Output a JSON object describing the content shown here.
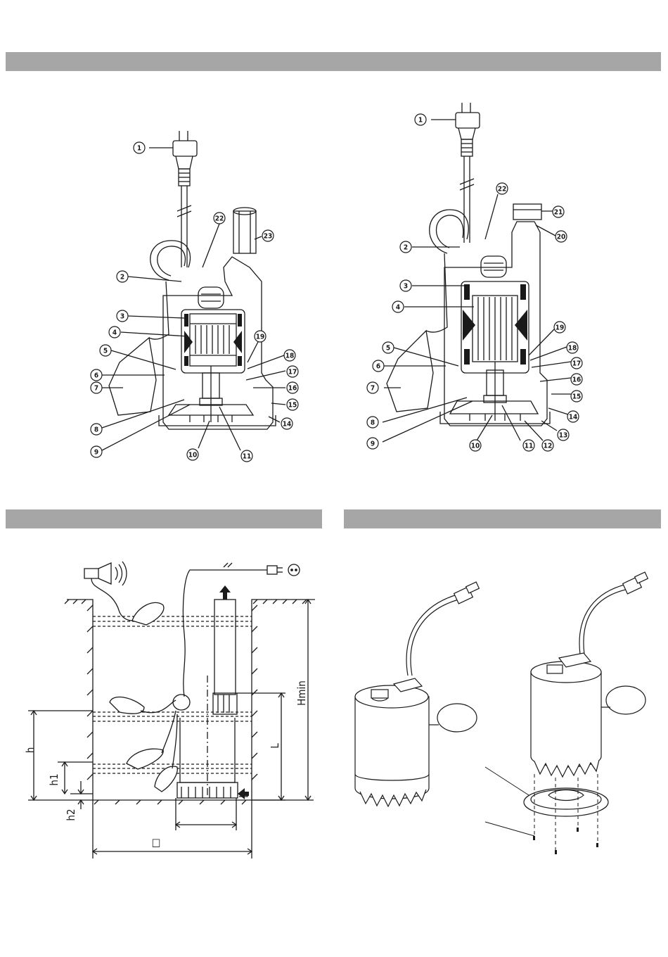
{
  "fig1": {
    "callouts": [
      "1",
      "2",
      "3",
      "4",
      "5",
      "6",
      "7",
      "8",
      "9",
      "10",
      "11",
      "14",
      "15",
      "16",
      "17",
      "18",
      "19",
      "22",
      "23"
    ]
  },
  "fig2": {
    "callouts": [
      "1",
      "2",
      "3",
      "4",
      "5",
      "6",
      "7",
      "8",
      "9",
      "10",
      "11",
      "12",
      "13",
      "14",
      "15",
      "16",
      "17",
      "18",
      "19",
      "20",
      "21",
      "22"
    ]
  },
  "fig3": {
    "labels": {
      "h": "h",
      "h1": "h1",
      "h2": "h2",
      "l": "L",
      "hmin": "Hmin",
      "pit": "□"
    }
  },
  "colors": {
    "header_bar": "#a6a6a6",
    "line": "#1a1a1a"
  }
}
